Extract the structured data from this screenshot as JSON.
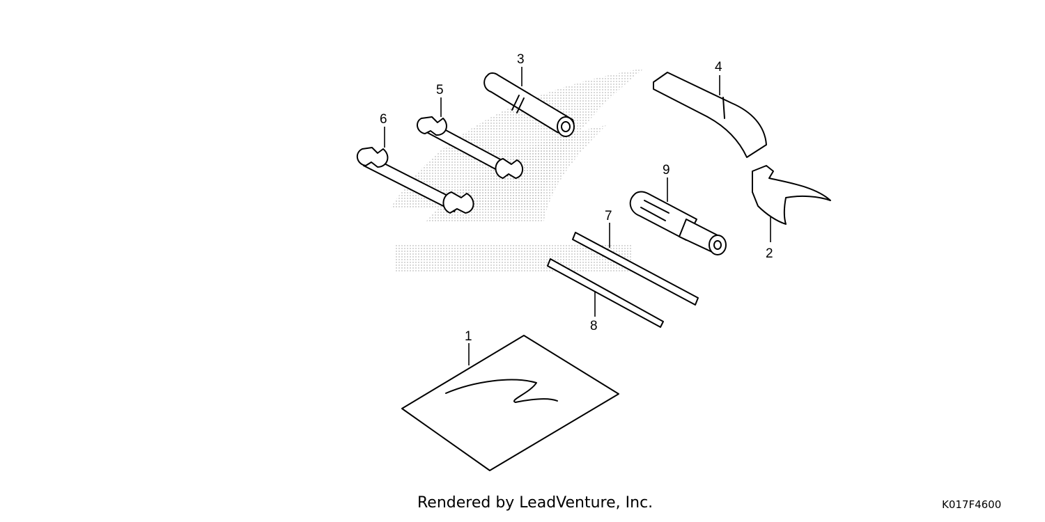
{
  "parts": [
    {
      "number": "1",
      "icon": "pouch-icon"
    },
    {
      "number": "2",
      "icon": "pin-spanner-icon"
    },
    {
      "number": "3",
      "icon": "spark-plug-wrench-icon"
    },
    {
      "number": "4",
      "icon": "handle-bar-icon"
    },
    {
      "number": "5",
      "icon": "open-end-wrench-icon"
    },
    {
      "number": "6",
      "icon": "open-end-wrench-icon"
    },
    {
      "number": "7",
      "icon": "screwdriver-bit-icon"
    },
    {
      "number": "8",
      "icon": "screwdriver-bit-icon"
    },
    {
      "number": "9",
      "icon": "screwdriver-grip-icon"
    }
  ],
  "footer": {
    "credit": "Rendered by LeadVenture, Inc.",
    "code": "K017F4600"
  },
  "colors": {
    "line": "#000000",
    "background": "#ffffff",
    "watermark": "#b8b8b8"
  },
  "watermark": {
    "logo": "honda-wing-logo"
  }
}
